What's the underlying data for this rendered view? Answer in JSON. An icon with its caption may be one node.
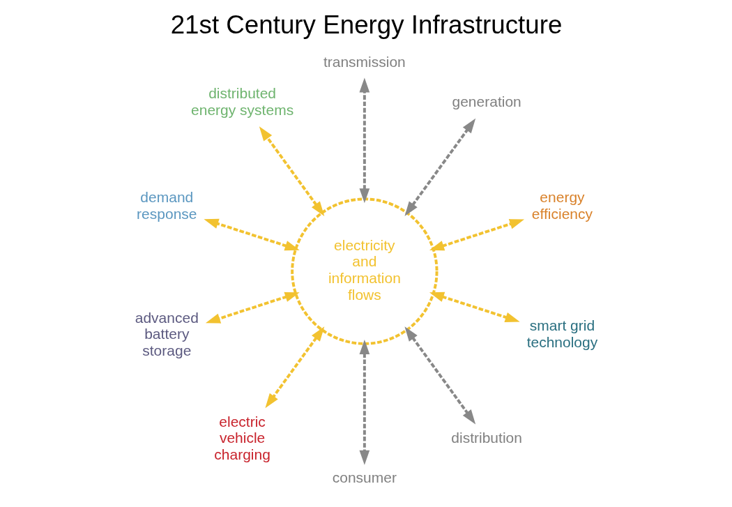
{
  "diagram": {
    "title": "21st Century Energy Infrastructure",
    "nodes": [
      {
        "text": [
          "energy efficiency"
        ]
      },
      {
        "text": [
          "generation"
        ]
      },
      {
        "text": [
          "transmission"
        ]
      },
      {
        "text": [
          "distributed energy systems"
        ]
      },
      {
        "text": [
          "demand response"
        ]
      },
      {
        "text": [
          "electricity and information flows"
        ]
      },
      {
        "text": [
          "advanced battery storage"
        ]
      },
      {
        "text": [
          "electric vehicle charging"
        ]
      },
      {
        "text": [
          "consumer"
        ]
      },
      {
        "text": [
          "distribution"
        ]
      },
      {
        "text": [
          "smart grid technology"
        ]
      }
    ],
    "edges": [
      {
        "from": 5,
        "to": 0,
        "arrow": "both",
        "style": "dashed"
      },
      {
        "from": 5,
        "to": 1,
        "arrow": "both",
        "style": "dashed",
        "color": "#888888"
      },
      {
        "from": 5,
        "to": 2,
        "arrow": "both",
        "style": "dashed",
        "color": "#888888"
      },
      {
        "from": 5,
        "to": 3,
        "arrow": "both",
        "style": "dashed"
      },
      {
        "from": 5,
        "to": 4,
        "arrow": "both",
        "style": "dashed"
      },
      {
        "from": 5,
        "to": 6,
        "arrow": "both",
        "style": "dashed"
      },
      {
        "from": 5,
        "to": 7,
        "arrow": "both",
        "style": "dashed"
      },
      {
        "from": 5,
        "to": 8,
        "arrow": "both",
        "style": "dashed",
        "color": "#888888"
      },
      {
        "from": 5,
        "to": 9,
        "arrow": "both",
        "style": "dashed",
        "color": "#888888"
      },
      {
        "from": 5,
        "to": 10,
        "arrow": "both",
        "style": "dashed"
      }
    ]
  }
}
